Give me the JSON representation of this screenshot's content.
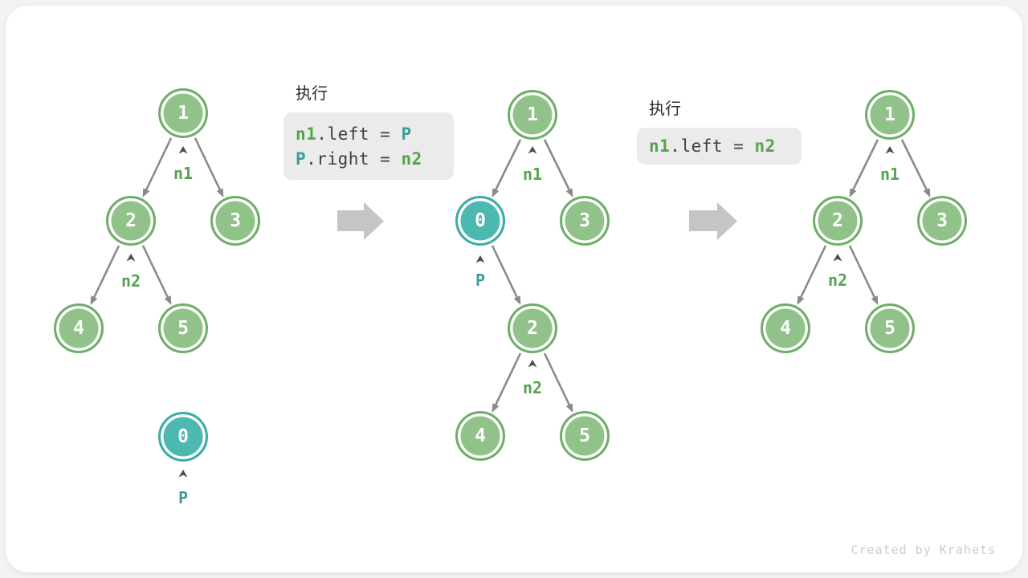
{
  "canvas": {
    "credit": "Created by Krahets"
  },
  "colors": {
    "page_background": "#f2f4f4",
    "card_background": "#ffffff",
    "node_green_fill": "#90c289",
    "node_green_border": "#6fae68",
    "node_teal_fill": "#4db8b0",
    "node_teal_border": "#3bada5",
    "label_green": "#55a34c",
    "label_teal": "#3b9e98",
    "code_green": "#55a34c",
    "code_teal": "#3b9e98",
    "code_text": "#3c4043",
    "code_background": "#ebebeb",
    "edge_gray": "#8a8a8a",
    "big_arrow_gray": "#c5c5c5",
    "credit_gray": "#c9cdcd"
  },
  "icons": {
    "step_arrow": "arrow-right",
    "pointer_arrow": "chevron-up"
  },
  "code_boxes": [
    {
      "title": "执行",
      "lines": [
        {
          "parts": [
            "n1",
            ".left = ",
            "P"
          ]
        },
        {
          "parts": [
            "P",
            ".right = ",
            "n2"
          ]
        }
      ]
    },
    {
      "title": "执行",
      "lines": [
        {
          "parts": [
            "n1",
            ".left = ",
            "n2"
          ]
        }
      ]
    }
  ],
  "trees": [
    {
      "name": "tree-before-insert",
      "nodes": [
        "1",
        "2",
        "3",
        "4",
        "5",
        "0"
      ],
      "labels": [
        "n1",
        "n2",
        "P"
      ]
    },
    {
      "name": "tree-after-insert",
      "nodes": [
        "1",
        "0",
        "3",
        "2",
        "4",
        "5"
      ],
      "labels": [
        "n1",
        "P",
        "n2"
      ]
    },
    {
      "name": "tree-after-remove",
      "nodes": [
        "1",
        "2",
        "3",
        "4",
        "5"
      ],
      "labels": [
        "n1",
        "n2"
      ]
    }
  ]
}
